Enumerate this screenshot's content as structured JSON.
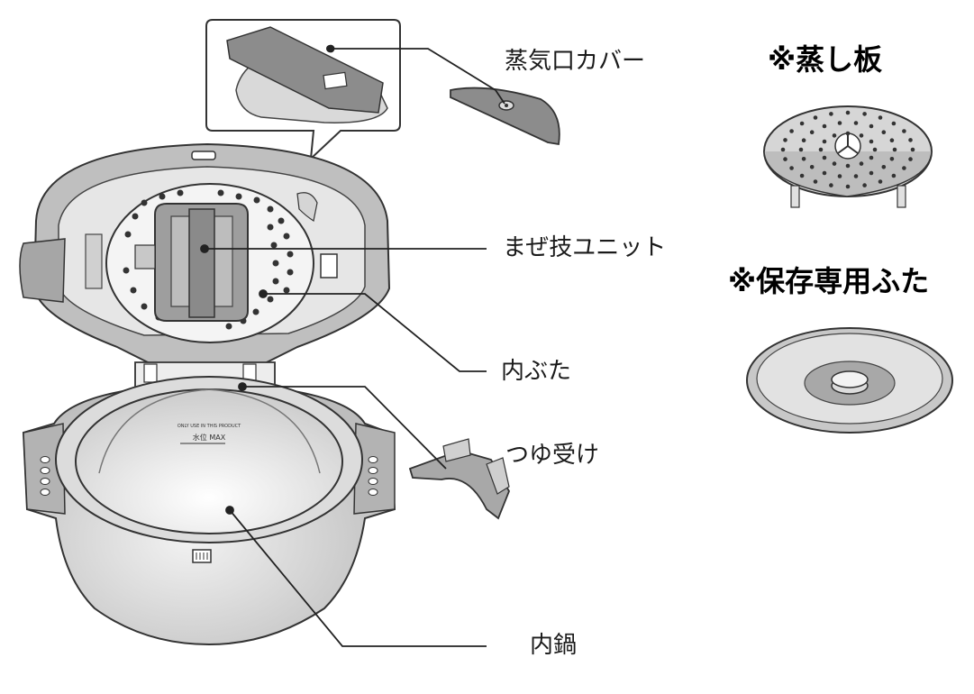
{
  "labels": {
    "steam_vent_cover": "蒸気口カバー",
    "mixing_unit": "まぜ技ユニット",
    "inner_lid": "内ぶた",
    "drip_tray": "つゆ受け",
    "inner_pot": "内鍋"
  },
  "optional": {
    "steam_plate": "※蒸し板",
    "storage_lid": "※保存専用ふた"
  },
  "pot_markings": {
    "line1": "ONLY USE IN THIS PRODUCT",
    "line2": "水位 MAX"
  }
}
